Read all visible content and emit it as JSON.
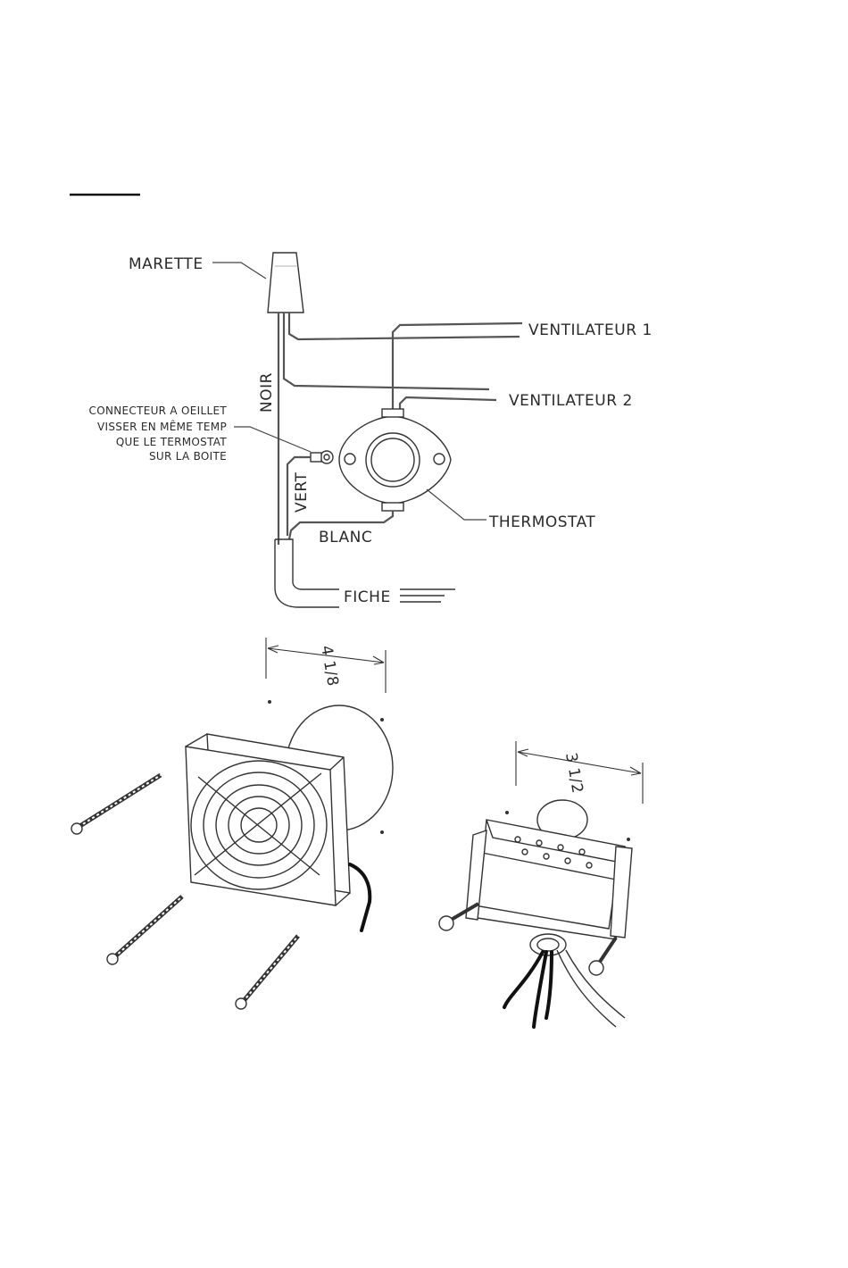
{
  "wiring": {
    "labels": {
      "marette": "MARETTE",
      "ventilateur1": "VENTILATEUR  1",
      "ventilateur2": "VENTILATEUR  2",
      "noir": "NOIR",
      "vert": "VERT",
      "blanc": "BLANC",
      "thermostat": "THERMOSTAT",
      "fiche": "FICHE"
    },
    "connector_note": [
      "CONNECTEUR A OEILLET",
      "VISSER EN MÊME TEMP",
      "QUE LE TERMOSTAT",
      "SUR LA BOITE"
    ]
  },
  "assembly": {
    "fan_dimension": "4 1/8",
    "box_dimension": "3 1/2"
  }
}
